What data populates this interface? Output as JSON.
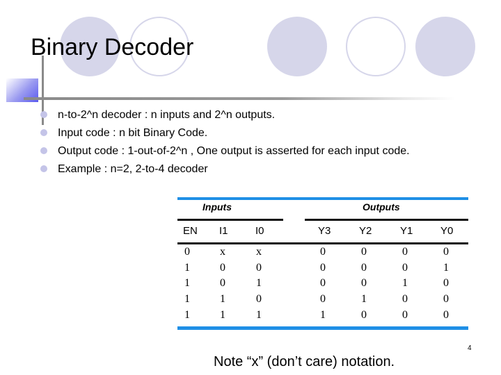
{
  "slide": {
    "title": "Binary Decoder",
    "page_number": "4",
    "note": "Note “x” (don’t care) notation."
  },
  "bullets": [
    {
      "text": " n-to-2^n decoder  : n inputs and 2^n outputs."
    },
    {
      "text": "Input code : n bit Binary Code."
    },
    {
      "text": "Output code : 1-out-of-2^n , One output is asserted for each input code."
    },
    {
      "text": "Example : n=2, 2-to-4 decoder"
    }
  ],
  "table": {
    "group_headers": {
      "inputs": "Inputs",
      "outputs": "Outputs"
    },
    "columns": [
      "EN",
      "I1",
      "I0",
      "Y3",
      "Y2",
      "Y1",
      "Y0"
    ],
    "rows": [
      [
        "0",
        "x",
        "x",
        "0",
        "0",
        "0",
        "0"
      ],
      [
        "1",
        "0",
        "0",
        "0",
        "0",
        "0",
        "1"
      ],
      [
        "1",
        "0",
        "1",
        "0",
        "0",
        "1",
        "0"
      ],
      [
        "1",
        "1",
        "0",
        "0",
        "1",
        "0",
        "0"
      ],
      [
        "1",
        "1",
        "1",
        "1",
        "0",
        "0",
        "0"
      ]
    ]
  },
  "colors": {
    "circle_fill": "#d6d6ea",
    "bullet": "#c4c4e8",
    "table_bar": "#1f8fe6",
    "accent_square": "#5a5af0"
  }
}
